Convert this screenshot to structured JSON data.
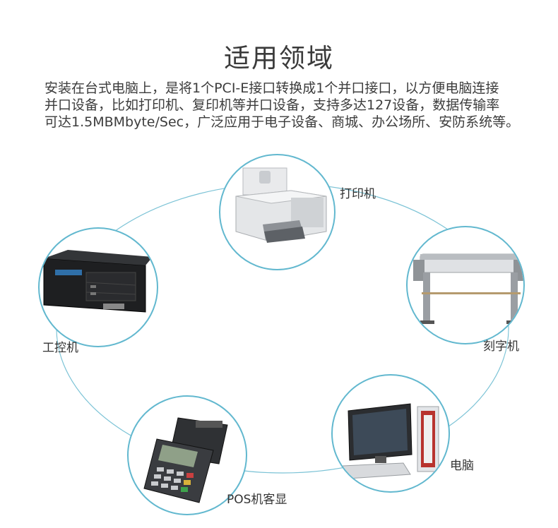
{
  "title": "适用领域",
  "description": [
    "安装在台式电脑上，是将1个PCI-E接口转换成1个并口接口，以方便电脑连接",
    "并口设备，比如打印机、复印机等并口设备，支持多达127设备，数据传输率",
    "可达1.5MBMbyte/Sec，广泛应用于电子设备、商城、办公场所、安防系统等。"
  ],
  "applications": [
    {
      "label": "打印机",
      "icon": "printer-icon"
    },
    {
      "label": "刻字机",
      "icon": "cutting-plotter-icon"
    },
    {
      "label": "电脑",
      "icon": "desktop-computer-icon"
    },
    {
      "label": "POS机客显",
      "icon": "pos-terminal-icon"
    },
    {
      "label": "工控机",
      "icon": "industrial-pc-icon"
    }
  ],
  "colors": {
    "ring": "#62b8cf",
    "text": "#333333"
  }
}
